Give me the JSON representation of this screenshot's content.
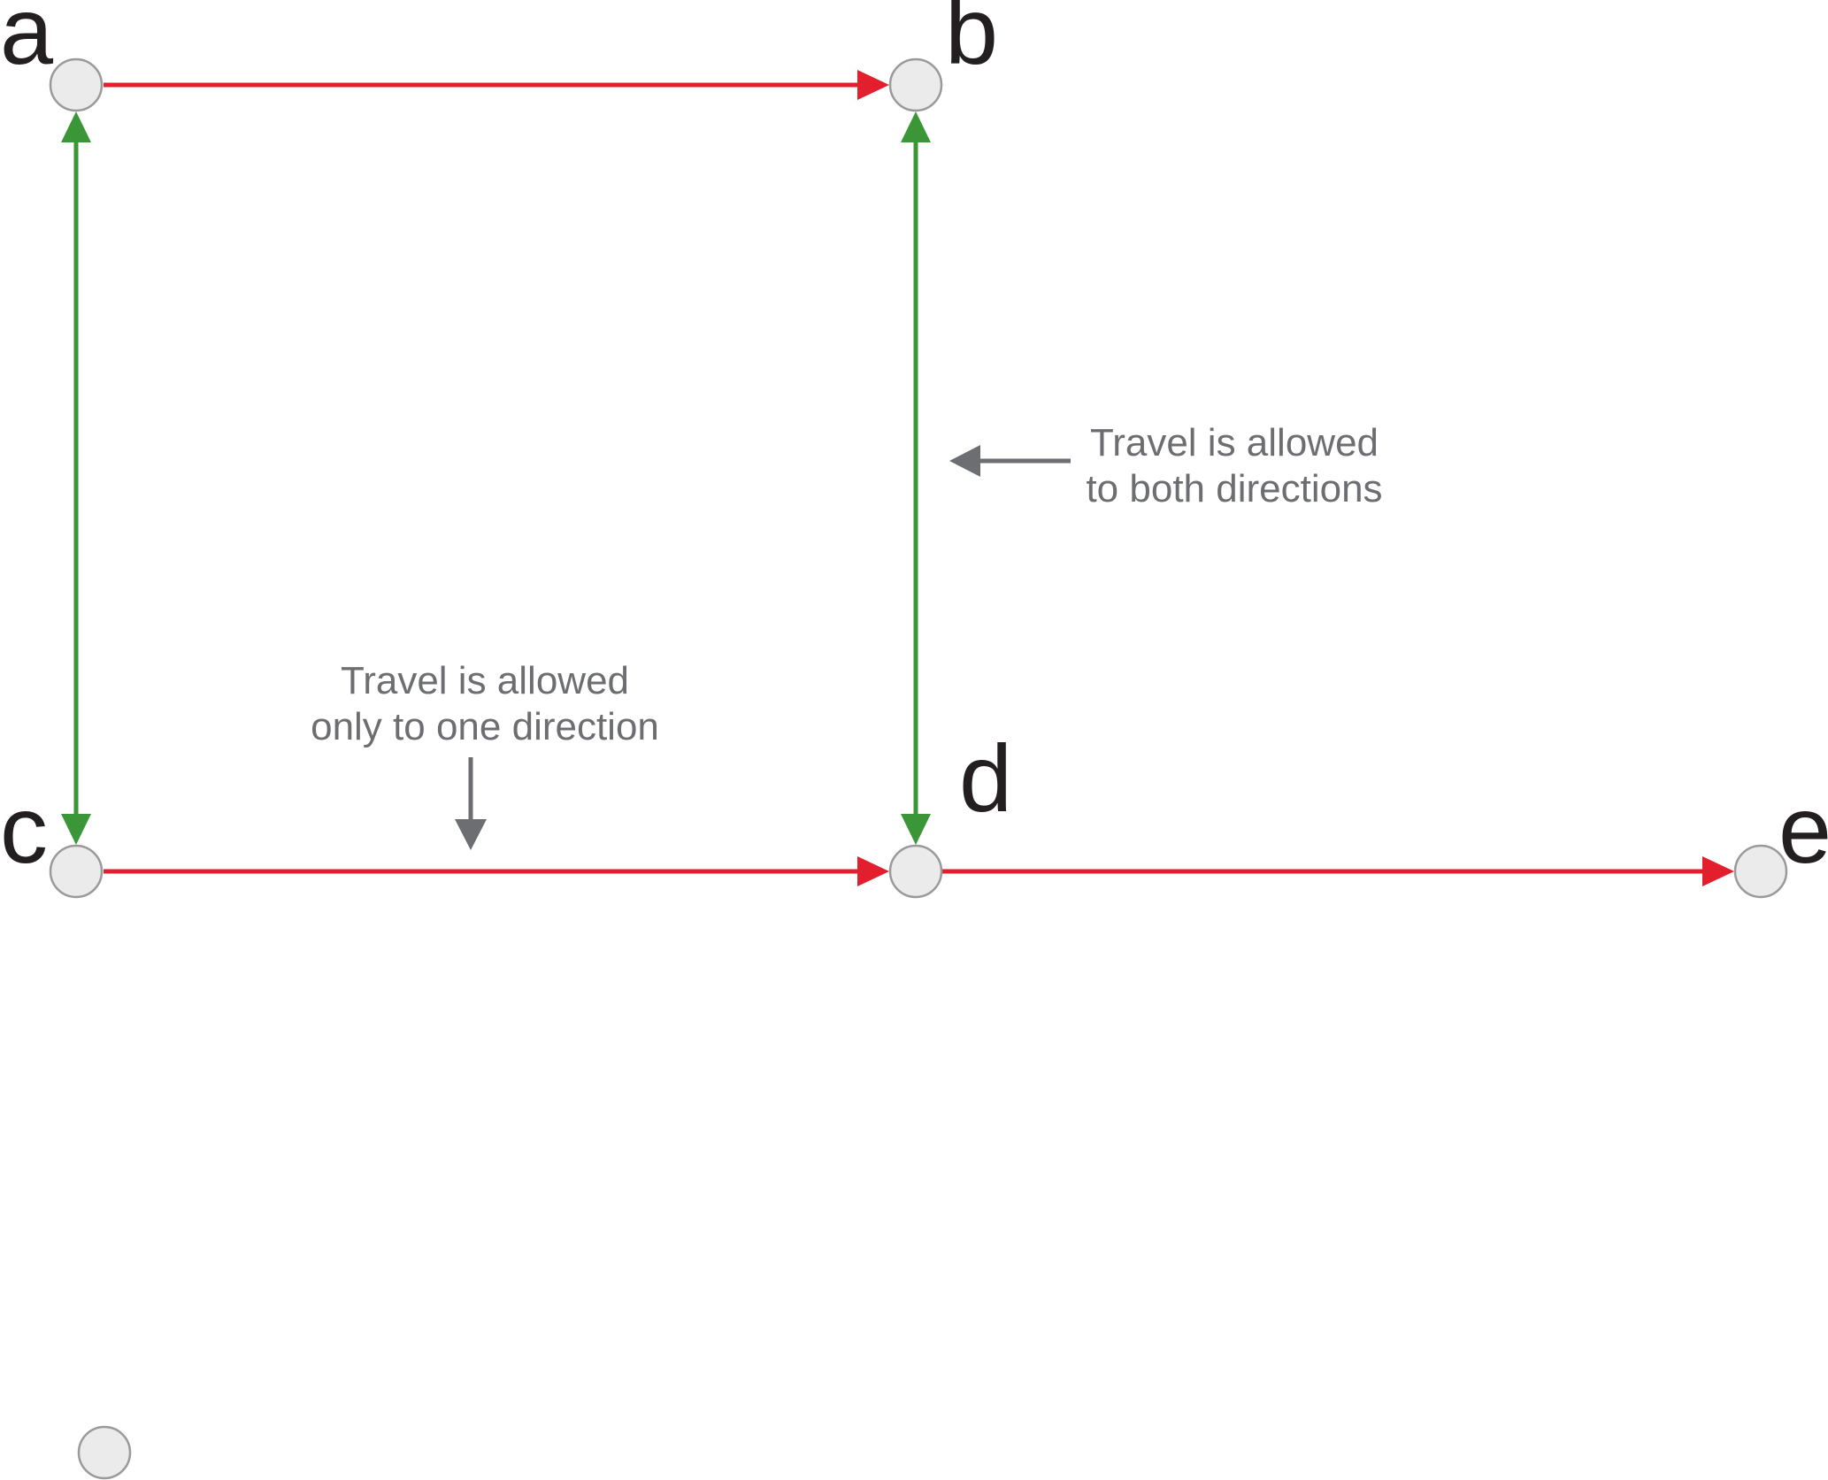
{
  "colors": {
    "one_way_edge": "#e31e2d",
    "two_way_edge": "#3a9637",
    "annotation": "#6d6e71",
    "node_fill": "#ebebeb",
    "node_stroke": "#9a9a9a",
    "label": "#231f20"
  },
  "nodes": [
    {
      "id": "a",
      "label": "a"
    },
    {
      "id": "b",
      "label": "b"
    },
    {
      "id": "c",
      "label": "c"
    },
    {
      "id": "d",
      "label": "d"
    },
    {
      "id": "e",
      "label": "e"
    },
    {
      "id": "f",
      "label": ""
    }
  ],
  "edges": [
    {
      "from": "a",
      "to": "b",
      "direction": "one-way"
    },
    {
      "from": "c",
      "to": "d",
      "direction": "one-way"
    },
    {
      "from": "d",
      "to": "e",
      "direction": "one-way"
    },
    {
      "from": "a",
      "to": "c",
      "direction": "both"
    },
    {
      "from": "b",
      "to": "d",
      "direction": "both"
    }
  ],
  "annotations": {
    "both_directions": {
      "line1": "Travel is allowed",
      "line2": "to both directions"
    },
    "one_direction": {
      "line1": "Travel is allowed",
      "line2": "only to one direction"
    }
  }
}
